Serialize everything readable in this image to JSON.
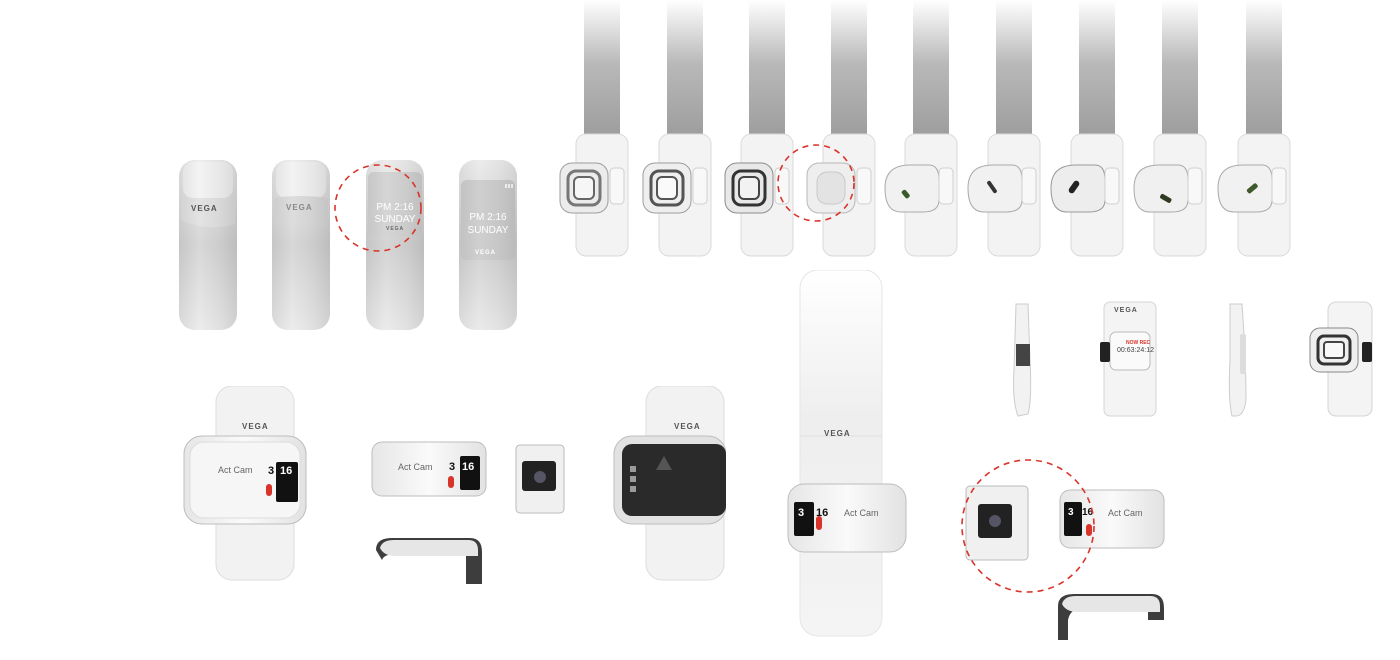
{
  "brand": "VEGA",
  "watch": {
    "time_line": "PM 2:16",
    "day_line": "SUNDAY"
  },
  "action_cam": {
    "label": "Act Cam",
    "digit_left": "3",
    "digit_right": "16"
  },
  "recorder": {
    "status": "NOW REC",
    "timer": "00:63:24:12"
  },
  "highlight_color": "#d9342b",
  "body_color": "#f1f1f1"
}
